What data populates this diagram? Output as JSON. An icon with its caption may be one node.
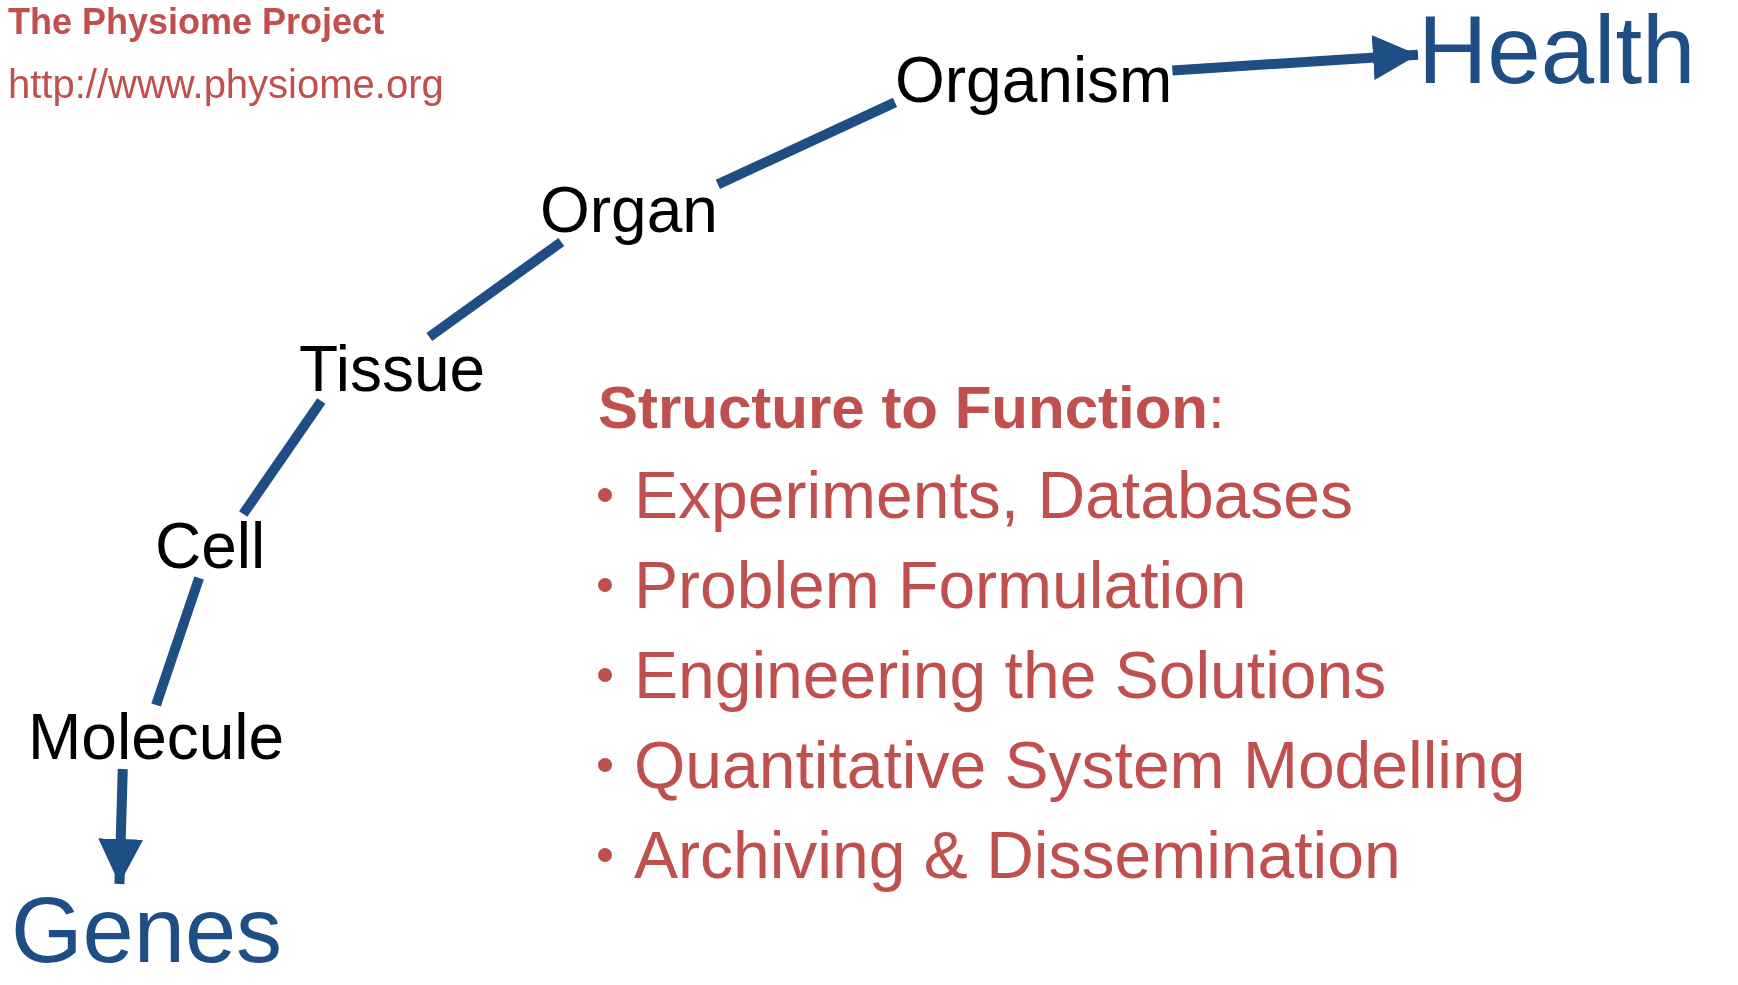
{
  "diagram": {
    "title": "The Physiome Project",
    "nodes": [
      {
        "text": [
          "Genes"
        ]
      },
      {
        "text": [
          "Molecule"
        ]
      },
      {
        "text": [
          "Cell"
        ]
      },
      {
        "text": [
          "Tissue"
        ]
      },
      {
        "text": [
          "Organ"
        ]
      },
      {
        "text": [
          "Organism"
        ]
      },
      {
        "text": [
          "Health"
        ]
      }
    ],
    "edges": [
      {
        "from": 1,
        "to": 0,
        "arrow": "to"
      },
      {
        "from": 1,
        "to": 2,
        "arrow": "none"
      },
      {
        "from": 2,
        "to": 3,
        "arrow": "none"
      },
      {
        "from": 3,
        "to": 4,
        "arrow": "none"
      },
      {
        "from": 4,
        "to": 5,
        "arrow": "none"
      },
      {
        "from": 5,
        "to": 6,
        "arrow": "to"
      }
    ],
    "labels": [
      "http://www.physiome.org",
      "**Structure to Function**:",
      "Experiments, Databases",
      "Problem Formulation",
      "Engineering the Solutions",
      "Quantitative System Modelling",
      "Archiving & Dissemination"
    ]
  }
}
